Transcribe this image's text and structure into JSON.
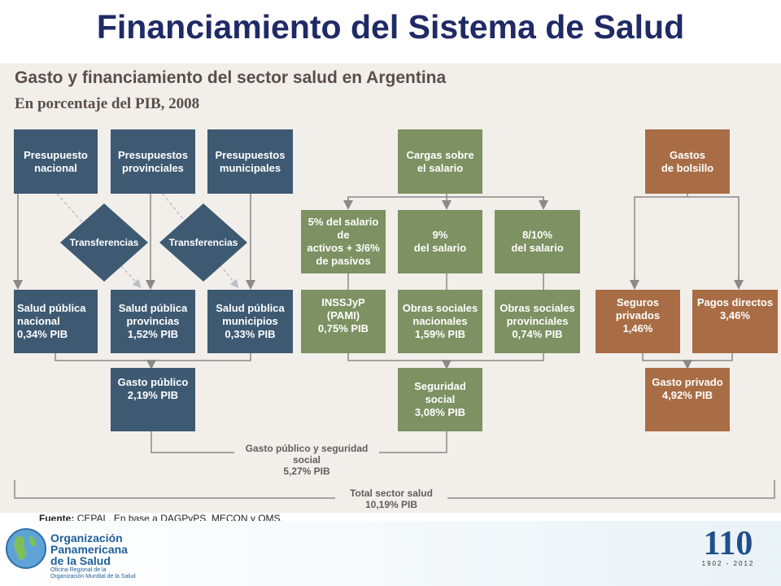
{
  "slide": {
    "title": "Financiamiento del Sistema de Salud"
  },
  "diagram": {
    "title": "Gasto y financiamiento del sector salud en Argentina",
    "subtitle": "En porcentaje del PIB, 2008",
    "public": {
      "sources": [
        "Presupuesto\nnacional",
        "Presupuestos\nprovinciales",
        "Presupuestos\nmunicipales"
      ],
      "transfers": [
        "Transferencias",
        "Transferencias"
      ],
      "health": [
        "Salud pública\nnacional\n0,34% PIB",
        "Salud pública\nprovincias\n1,52% PIB",
        "Salud pública\nmunicipios\n0,33% PIB"
      ],
      "total": "Gasto público\n2,19% PIB"
    },
    "social": {
      "source": "Cargas sobre\nel salario",
      "contributions": [
        "5% del salario de\nactivos + 3/6%\nde pasivos",
        "9%\ndel salario",
        "8/10%\ndel salario"
      ],
      "entities": [
        "INSSJyP (PAMI)\n0,75% PIB",
        "Obras sociales\nnacionales\n1,59% PIB",
        "Obras sociales\nprovinciales\n0,74% PIB"
      ],
      "total": "Seguridad\nsocial\n3,08% PIB"
    },
    "private": {
      "source": "Gastos\nde bolsillo",
      "items": [
        "Seguros\nprivados\n1,46%",
        "Pagos directos\n3,46%"
      ],
      "total": "Gasto privado\n4,92% PIB"
    },
    "public_social_total": "Gasto público y seguridad social\n5,27% PIB",
    "sector_total": "Total sector salud\n10,19% PIB",
    "colors": {
      "public": "#3e5a73",
      "social": "#7d9162",
      "private": "#a86d45",
      "line": "#8a8a8a"
    }
  },
  "source": {
    "label": "Fuente:",
    "text": "CEPAL. En base a DAGPyPS, MECON y OMS."
  },
  "footer": {
    "org_name": "Organización\nPanamericana\nde la Salud",
    "org_sub": "Oficina Regional de la\nOrganización Mundial de la Salud",
    "anniversary_number": "110",
    "anniversary_years": "1902 - 2012"
  }
}
